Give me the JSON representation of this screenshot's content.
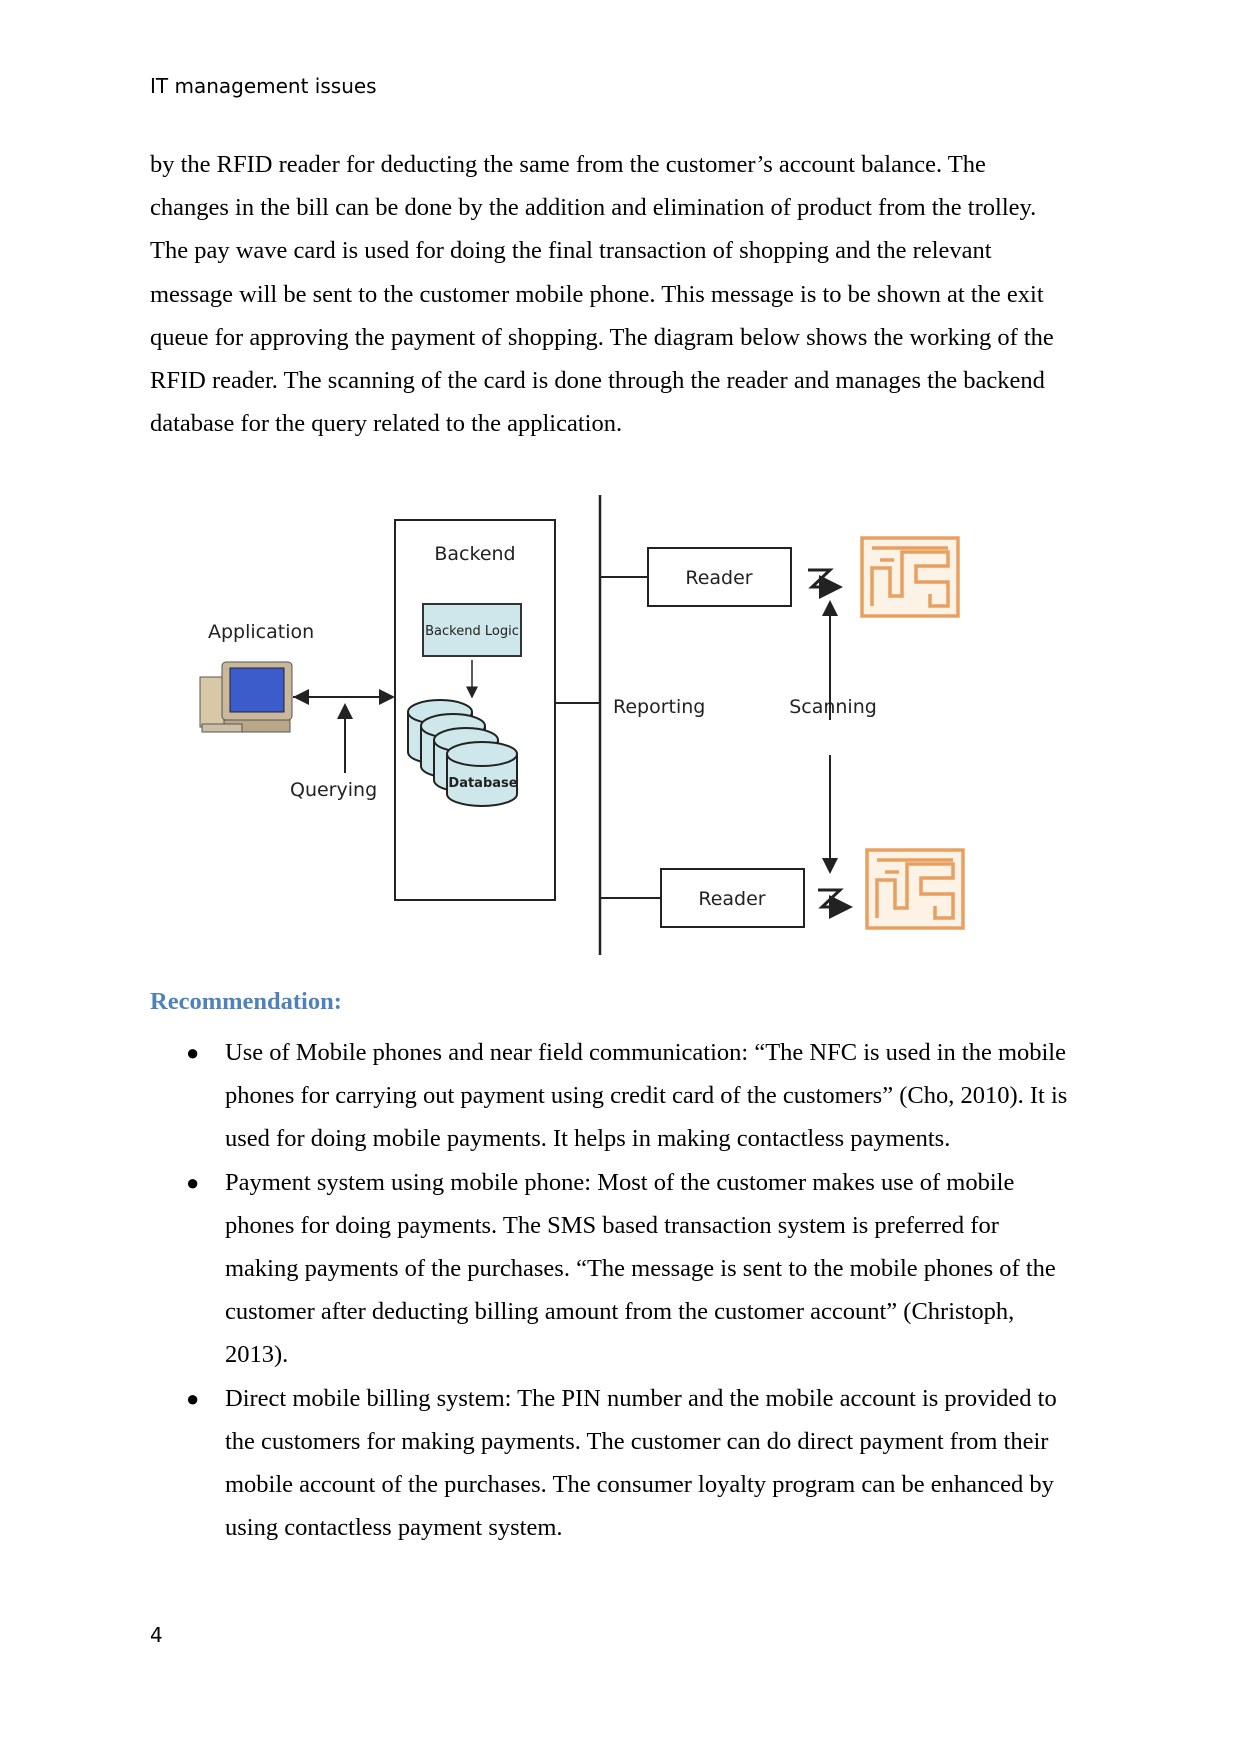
{
  "header": {
    "title": "IT management issues"
  },
  "intro_paragraph": {
    "lines": [
      "by the RFID reader for deducting the same from the customer’s account balance. The",
      "changes in the bill can be done by the addition and elimination of product from the trolley.",
      "The pay wave card is used for doing the final transaction of shopping and the relevant",
      "message will be sent to the customer mobile phone. This message is to be shown at the exit",
      "queue for approving the payment of shopping. The diagram below shows the working of the",
      "RFID reader.  The scanning of the card is done through the reader and manages the backend",
      "database for the query related to the application."
    ]
  },
  "diagram": {
    "backend_label": "Backend",
    "backend_logic_label": "Backend Logic",
    "database_label": "Database",
    "application_label": "Application",
    "querying_label": "Querying",
    "reporting_label": "Reporting",
    "scanning_label": "Scanning",
    "reader_top_label": "Reader",
    "reader_bottom_label": "Reader",
    "colors": {
      "box_fill": "#cde7ea",
      "tag": "#e8a060",
      "monitor": "#3c5ccc"
    }
  },
  "recommendation": {
    "heading": "Recommendation:",
    "bullet_symbol": "●",
    "items": [
      {
        "lines": [
          "Use of Mobile phones and near field communication: “The NFC is used in the mobile",
          "phones for carrying out payment using credit card of the customers” (Cho, 2010). It is",
          "used for doing mobile payments. It helps in making contactless payments."
        ]
      },
      {
        "lines": [
          "Payment system using mobile phone: Most of the customer makes use of mobile",
          "phones for doing payments. The SMS based transaction system is preferred for",
          "making payments of the purchases. “The message is sent to the mobile phones of the",
          "customer after deducting billing amount from the customer account” (Christoph,",
          "2013)."
        ]
      },
      {
        "lines": [
          "Direct mobile billing system: The PIN number and the mobile account is provided to",
          "the customers for making payments. The customer can do direct payment from their",
          "mobile account of the purchases. The consumer loyalty program can be enhanced by",
          "using contactless payment system."
        ]
      }
    ]
  },
  "footer": {
    "page_number": "4"
  }
}
